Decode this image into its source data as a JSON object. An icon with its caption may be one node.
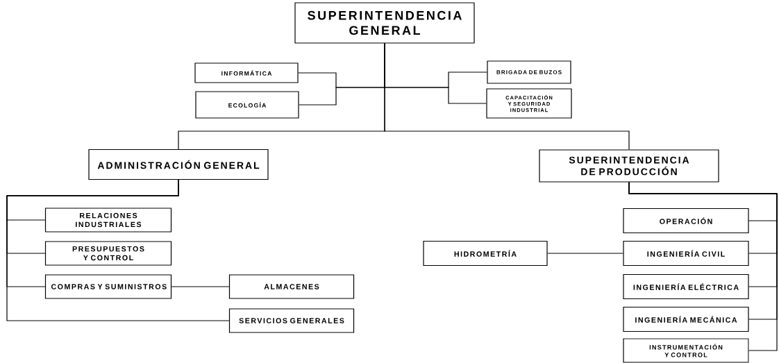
{
  "diagram": {
    "nodes": [
      {
        "text": [
          "SUPERINTENDENCIA GENERAL"
        ]
      },
      {
        "text": [
          "INFORMÁTICA"
        ]
      },
      {
        "text": [
          "ECOLOGÍA"
        ]
      },
      {
        "text": [
          "BRIGADA DE BUZOS"
        ]
      },
      {
        "text": [
          "CAPACITACIÓN Y SEGURIDAD INDUSTRIAL"
        ]
      },
      {
        "text": [
          "ADMINISTRACIÓN GENERAL"
        ]
      },
      {
        "text": [
          "SUPERINTENDENCIA DE PRODUCCIÓN"
        ]
      },
      {
        "text": [
          "RELACIONES INDUSTRIALES"
        ]
      },
      {
        "text": [
          "PRESUPUESTOS Y CONTROL"
        ]
      },
      {
        "text": [
          "COMPRAS Y SUMINISTROS"
        ]
      },
      {
        "text": [
          "ALMACENES"
        ]
      },
      {
        "text": [
          "SERVICIOS GENERALES"
        ]
      },
      {
        "text": [
          "OPERACIÓN"
        ]
      },
      {
        "text": [
          "HIDROMETRÍA"
        ]
      },
      {
        "text": [
          "INGENIERÍA CIVIL"
        ]
      },
      {
        "text": [
          "INGENIERÍA ELÉCTRICA"
        ]
      },
      {
        "text": [
          "INGENIERÍA MECÁNICA"
        ]
      },
      {
        "text": [
          "INSTRUMENTACIÓN Y CONTROL"
        ]
      }
    ],
    "edges": [
      {
        "from": 0,
        "to": 1,
        "arrow": "none"
      },
      {
        "from": 0,
        "to": 2,
        "arrow": "none"
      },
      {
        "from": 0,
        "to": 3,
        "arrow": "none"
      },
      {
        "from": 0,
        "to": 4,
        "arrow": "none"
      },
      {
        "from": 0,
        "to": 5,
        "arrow": "none"
      },
      {
        "from": 0,
        "to": 6,
        "arrow": "none"
      },
      {
        "from": 5,
        "to": 7,
        "arrow": "none"
      },
      {
        "from": 5,
        "to": 8,
        "arrow": "none"
      },
      {
        "from": 5,
        "to": 9,
        "arrow": "none"
      },
      {
        "from": 9,
        "to": 10,
        "arrow": "none"
      },
      {
        "from": 5,
        "to": 11,
        "arrow": "none"
      },
      {
        "from": 6,
        "to": 12,
        "arrow": "none"
      },
      {
        "from": 6,
        "to": 14,
        "arrow": "none"
      },
      {
        "from": 14,
        "to": 13,
        "arrow": "none"
      },
      {
        "from": 6,
        "to": 15,
        "arrow": "none"
      },
      {
        "from": 6,
        "to": 16,
        "arrow": "none"
      },
      {
        "from": 6,
        "to": 17,
        "arrow": "none"
      }
    ]
  }
}
